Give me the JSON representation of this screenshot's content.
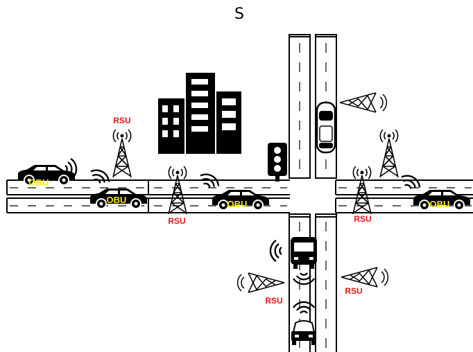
{
  "title": "S",
  "labels": {
    "obu": "OBU",
    "rsu": "RSU"
  },
  "colors": {
    "rsu_label": "#e8151b",
    "obu_label": "#f7ea00",
    "ink": "#000000",
    "road": "#ffffff"
  },
  "icons": [
    "building-icon",
    "traffic-light-icon",
    "car-icon",
    "bus-icon",
    "radio-tower-icon",
    "wifi-signal-icon"
  ]
}
